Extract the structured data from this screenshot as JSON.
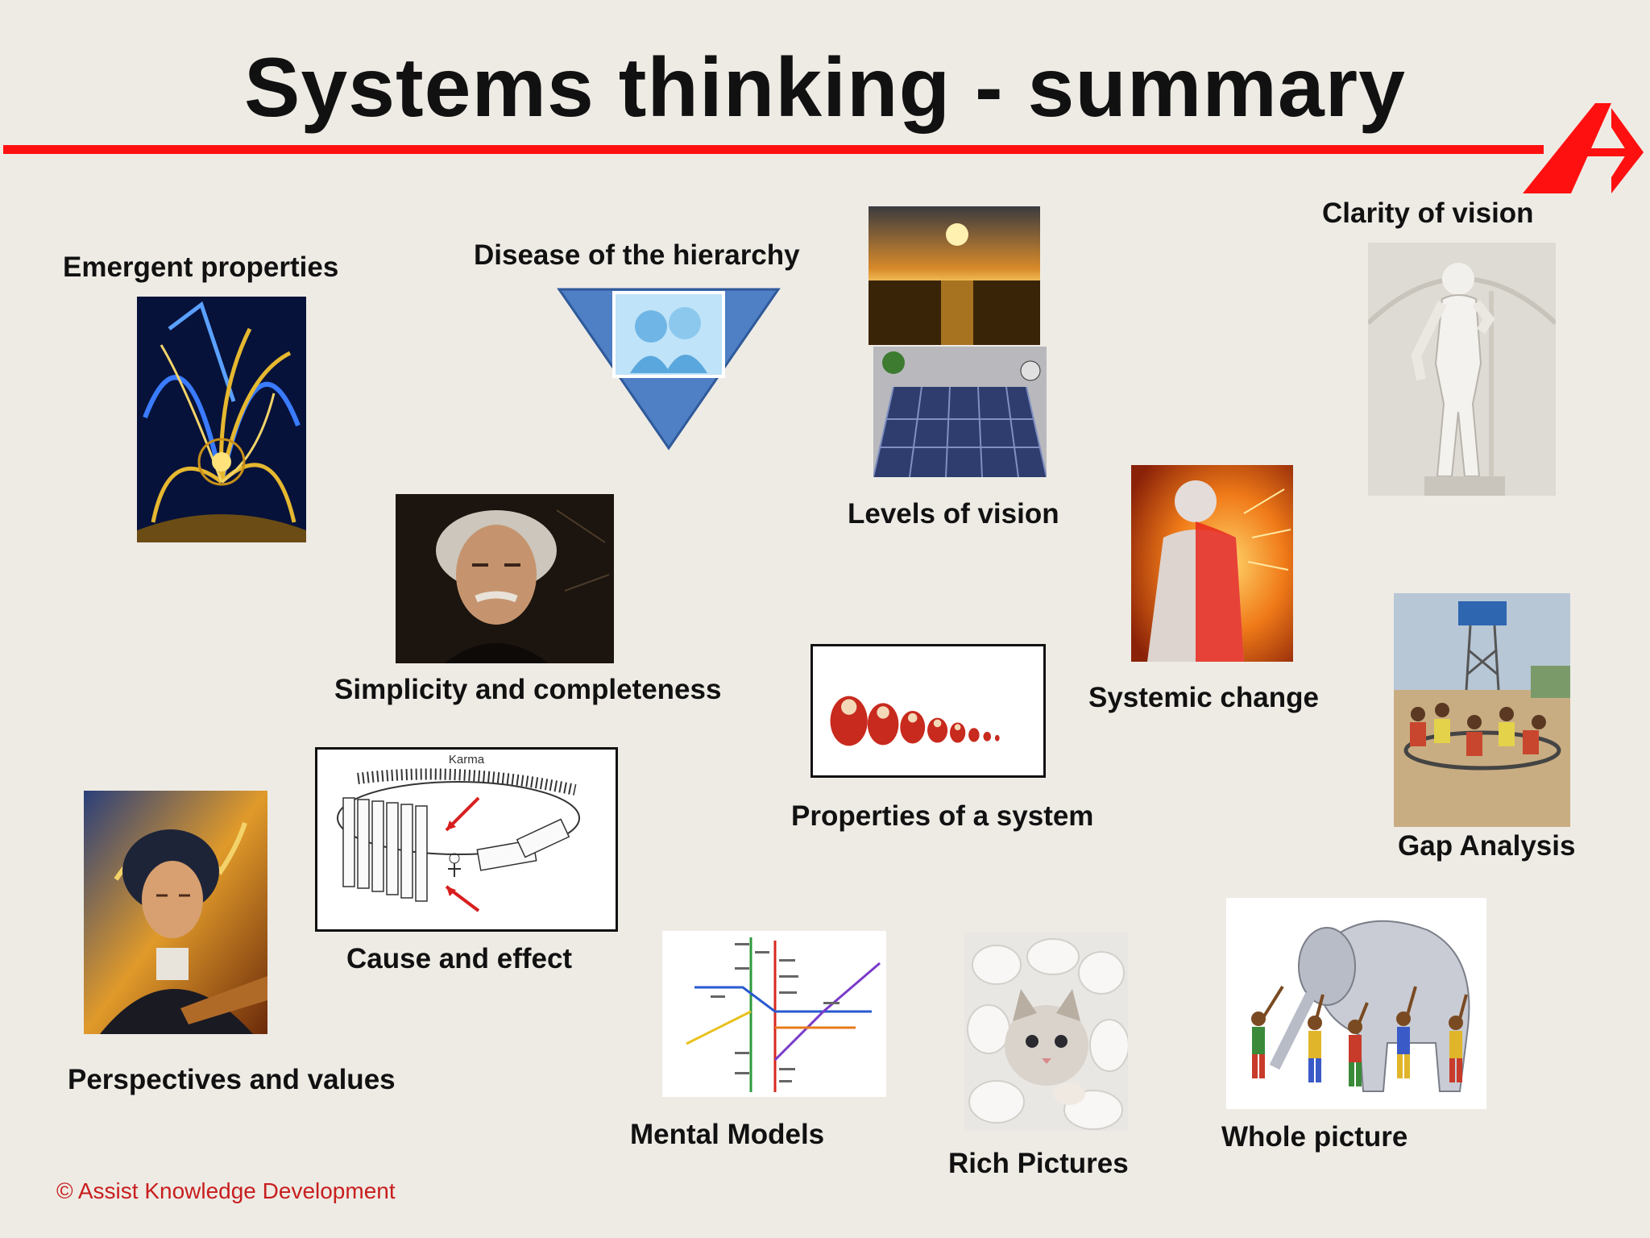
{
  "slide": {
    "title": "Systems thinking - summary",
    "copyright": "© Assist Knowledge Development"
  },
  "colors": {
    "background": "#eeebe5",
    "accent_red": "#ff1010",
    "text": "#111111"
  },
  "topics": {
    "emergent_properties": "Emergent properties",
    "disease_of_hierarchy": "Disease of the hierarchy",
    "levels_of_vision": "Levels of vision",
    "clarity_of_vision": "Clarity of vision",
    "simplicity_completeness": "Simplicity and completeness",
    "systemic_change": "Systemic change",
    "properties_of_system": "Properties of a system",
    "gap_analysis": "Gap Analysis",
    "cause_and_effect": "Cause and effect",
    "perspectives_values": "Perspectives and values",
    "mental_models": "Mental Models",
    "rich_pictures": "Rich Pictures",
    "whole_picture": "Whole picture"
  },
  "images": {
    "karma_caption": "Karma",
    "emergent_properties": "fractal-image",
    "disease_of_hierarchy": "hierarchy-triangle-image",
    "levels_of_vision": "sunset-and-floor-image",
    "clarity_of_vision": "statue-image",
    "simplicity_completeness": "portrait-image",
    "systemic_change": "body-diagram-image",
    "properties_of_system": "nesting-dolls-image",
    "gap_analysis": "playground-image",
    "cause_and_effect": "dominoes-image",
    "perspectives_values": "musician-painting-image",
    "mental_models": "metro-map-image",
    "rich_pictures": "kitten-image",
    "whole_picture": "elephant-image"
  }
}
